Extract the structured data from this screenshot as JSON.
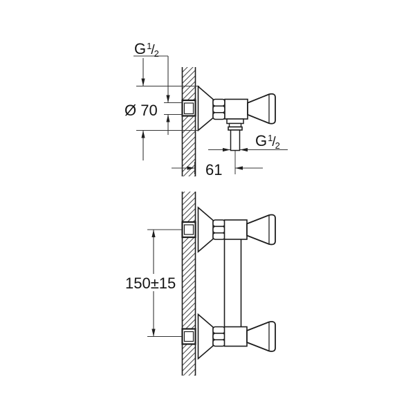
{
  "labels": {
    "top_view": {
      "thread_top": {
        "base": "G",
        "numerator": "1",
        "slash": "/",
        "denominator": "2"
      },
      "escutcheon_diameter": "Ø 70",
      "thread_outlet": {
        "base": "G",
        "numerator": "1",
        "slash": "/",
        "denominator": "2"
      },
      "wall_to_outlet_offset": "61"
    },
    "front_view": {
      "connection_spacing": "150±15"
    }
  },
  "colors": {
    "object_line": "#1c1c1c",
    "dimension_line": "#343434",
    "text": "#141414",
    "background": "#ffffff"
  }
}
